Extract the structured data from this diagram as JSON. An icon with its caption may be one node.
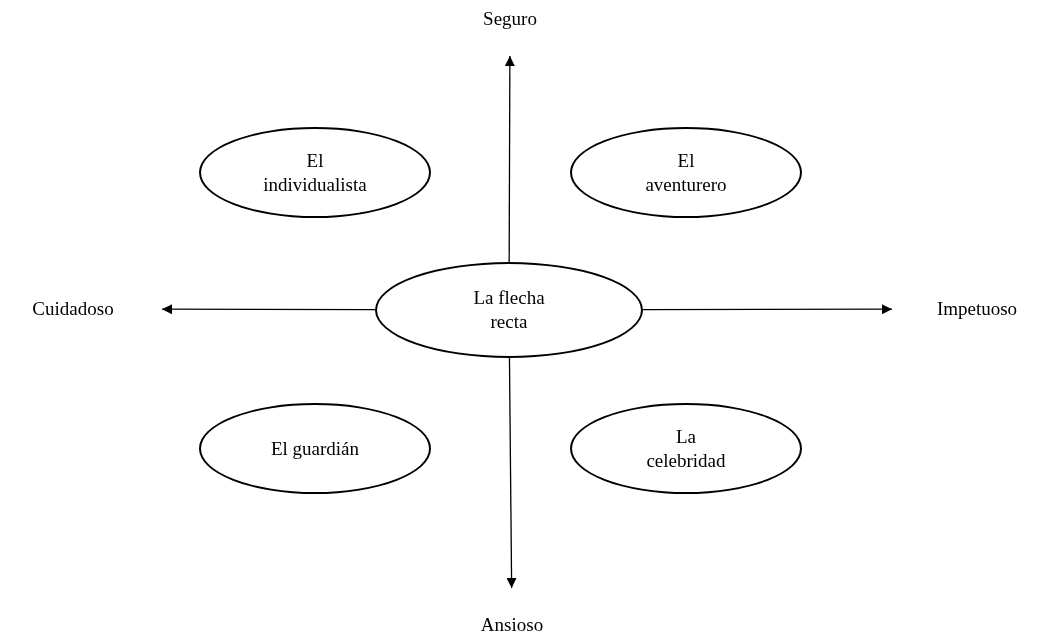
{
  "diagram": {
    "nodes": [
      {
        "text": [
          "Seguro"
        ]
      },
      {
        "text": [
          "El individualista"
        ]
      },
      {
        "text": [
          "El aventurero"
        ]
      },
      {
        "text": [
          "Cuidadoso"
        ]
      },
      {
        "text": [
          "La flecha recta"
        ]
      },
      {
        "text": [
          "Impetuoso"
        ]
      },
      {
        "text": [
          "El guardián"
        ]
      },
      {
        "text": [
          "La celebridad"
        ]
      },
      {
        "text": [
          "Ansioso"
        ]
      }
    ],
    "edges": [
      {
        "from": 4,
        "to": 0,
        "arrow": "to"
      },
      {
        "from": 4,
        "to": 3,
        "arrow": "to"
      },
      {
        "from": 4,
        "to": 5,
        "arrow": "to"
      },
      {
        "from": 4,
        "to": 8,
        "arrow": "to"
      }
    ]
  }
}
